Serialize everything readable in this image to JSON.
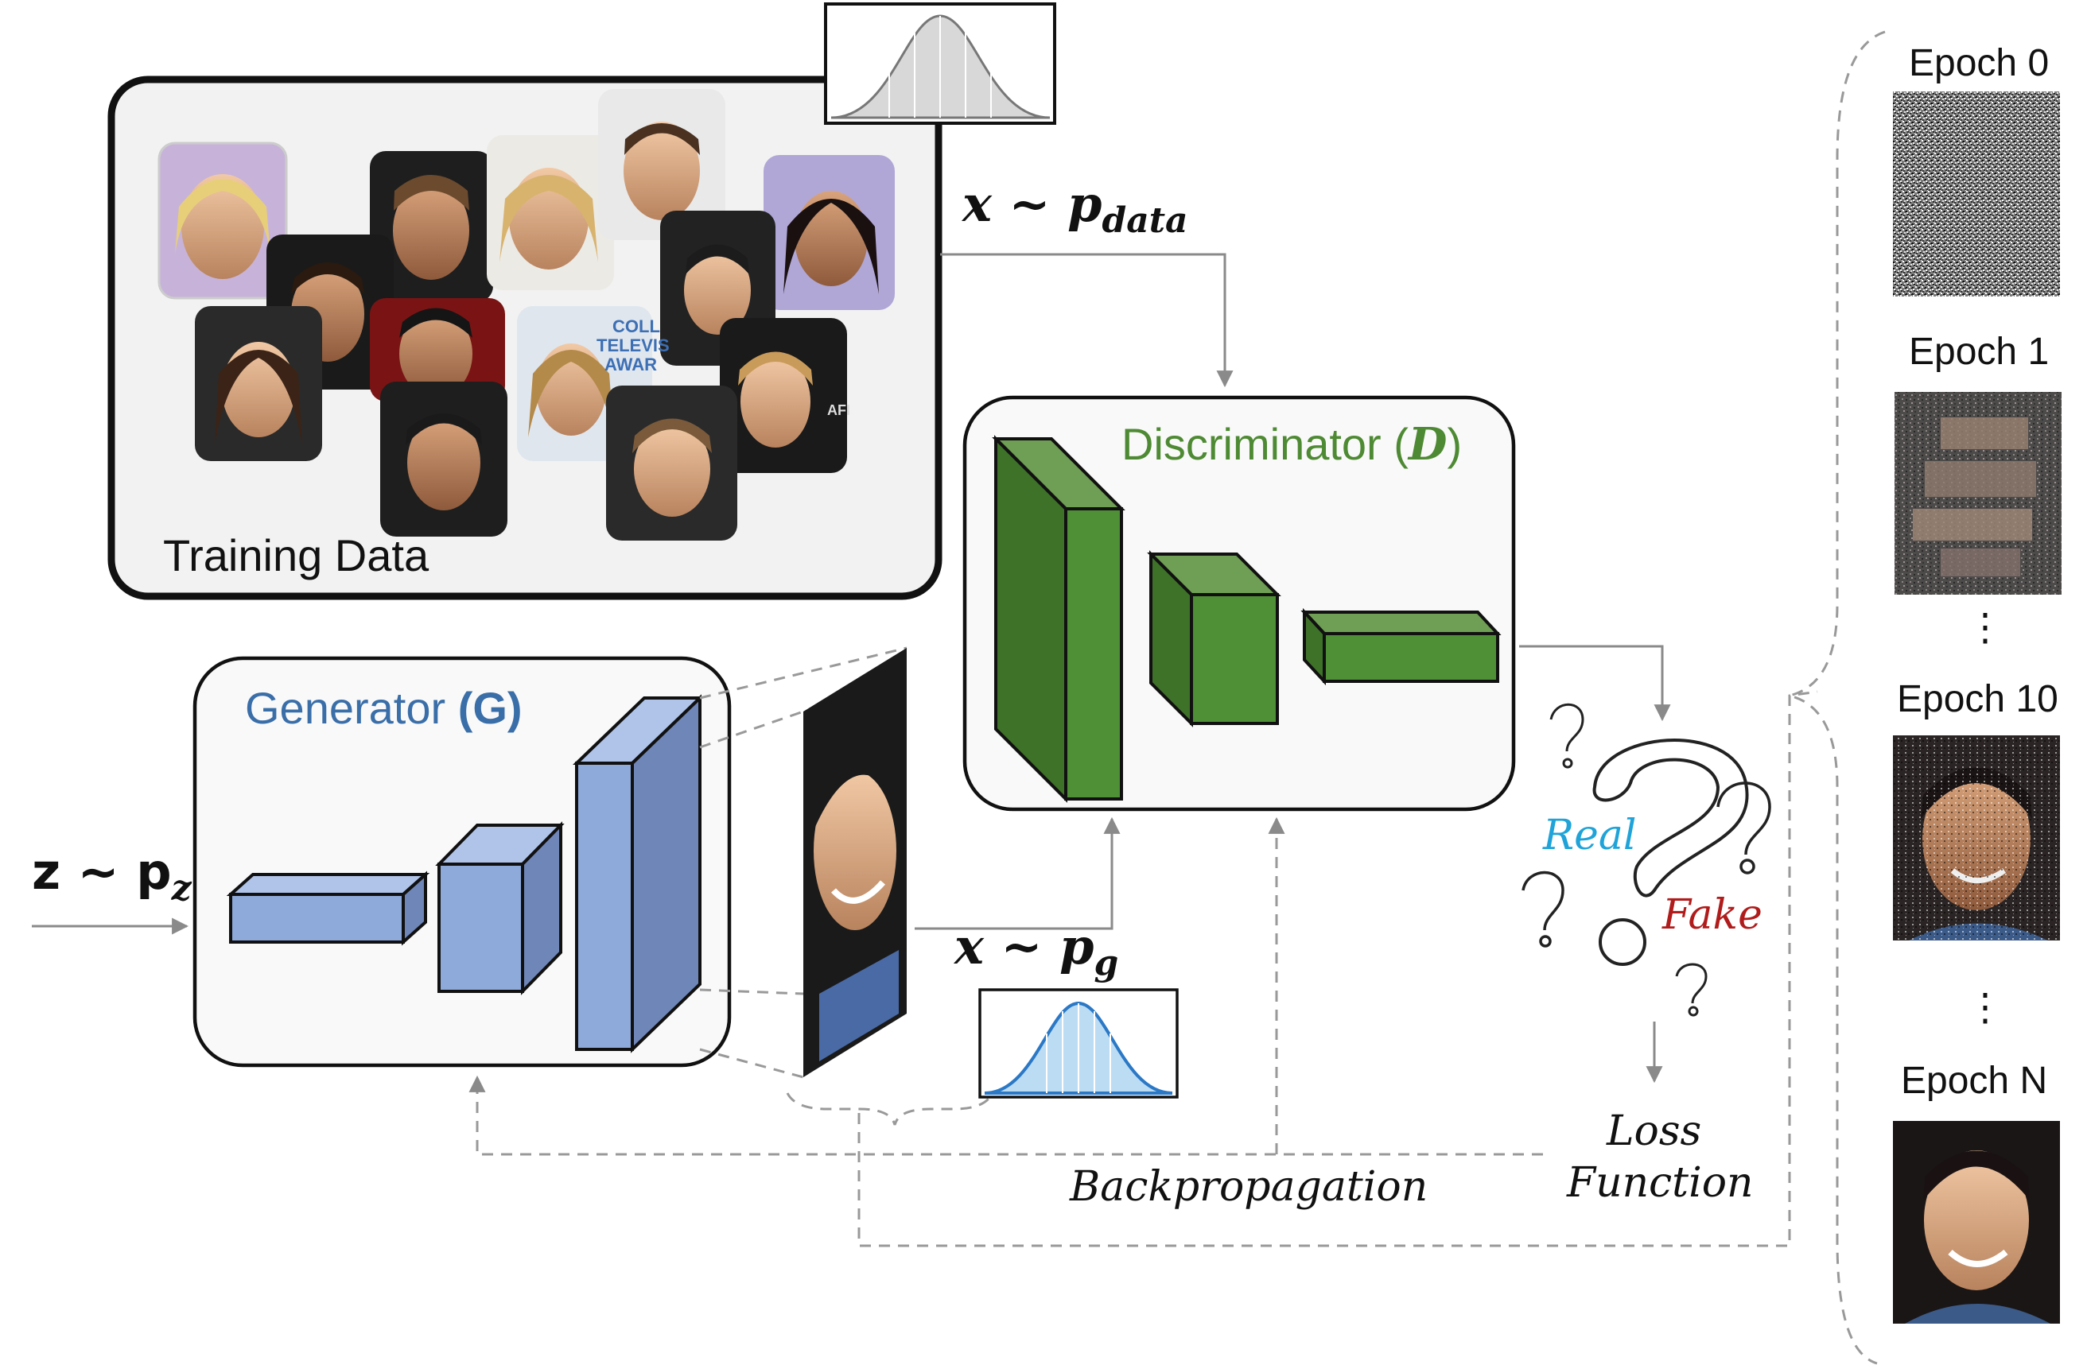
{
  "training": {
    "label": "Training Data"
  },
  "generator": {
    "name": "Generator ",
    "symbol": "(G)"
  },
  "discriminator": {
    "name": "Discriminator ",
    "symbol": "D"
  },
  "math": {
    "x_data": {
      "base": "x ~ p",
      "sub": "data"
    },
    "x_g": {
      "base": "x ~ p",
      "sub": "g"
    },
    "z": {
      "base": "z ~ p",
      "sub": "z"
    }
  },
  "decision": {
    "real": "Real",
    "fake": "Fake"
  },
  "loss": {
    "line1": "Loss",
    "line2": "Function"
  },
  "backprop": {
    "label": "Backpropagation"
  },
  "epochs": [
    {
      "label": "Epoch 0"
    },
    {
      "label": "Epoch 1"
    },
    {
      "label": "Epoch 10"
    },
    {
      "label": "Epoch N"
    }
  ],
  "colors": {
    "generator": "#3a6ea8",
    "discriminator": "#4e8a33",
    "real": "#1fa3d8",
    "fake": "#b01c1c",
    "gen_block_front": "#8eaadb",
    "gen_block_side": "#6f86b8",
    "gen_block_top": "#b0c4ea",
    "disc_block_front": "#4f8f36",
    "disc_block_side": "#3f7229",
    "disc_block_top": "#6f9e55"
  },
  "icons": [
    "question-mark-icon",
    "bell-curve-icon",
    "face-photo-icon",
    "noise-image-icon"
  ]
}
